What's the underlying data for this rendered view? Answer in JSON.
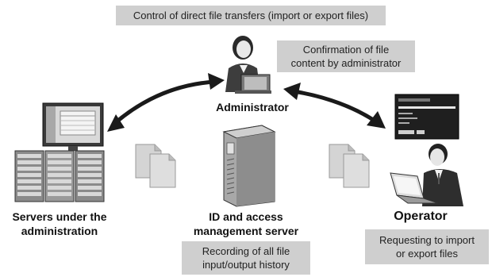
{
  "notes": {
    "top": "Control of direct file transfers (import or export files)",
    "admin_confirm_line1": "Confirmation of file",
    "admin_confirm_line2": "content by administrator",
    "history_line1": "Recording of all file",
    "history_line2": "input/output history",
    "request_line1": "Requesting to import",
    "request_line2": "or export files"
  },
  "labels": {
    "administrator": "Administrator",
    "servers_line1": "Servers under the",
    "servers_line2": "administration",
    "idserver_line1": "ID and access",
    "idserver_line2": "management server",
    "operator": "Operator"
  },
  "icons": {
    "administrator": "administrator-person-icon",
    "monitor": "monitor-icon",
    "servers": "server-rack-icon",
    "idserver": "tower-server-icon",
    "operator": "operator-person-icon",
    "documents": "document-stack-icon"
  },
  "colors": {
    "note_bg": "#cfcfcf",
    "arrow": "#1a1a1a"
  }
}
